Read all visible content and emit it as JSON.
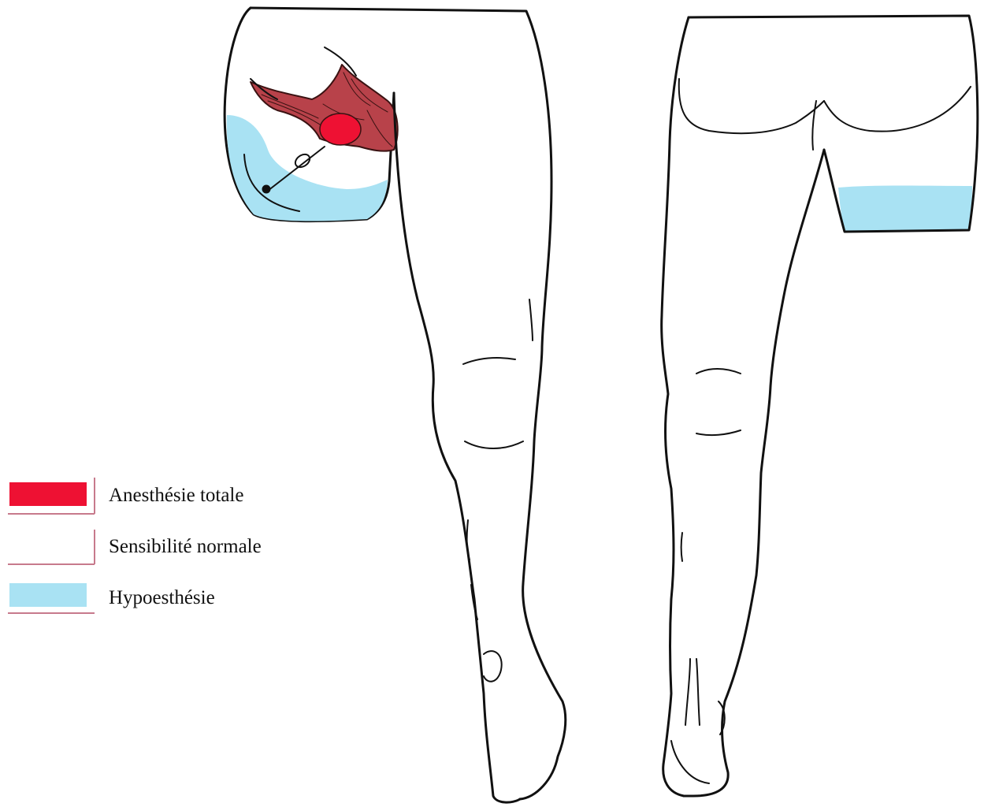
{
  "legend": {
    "items": [
      {
        "label": "Anesthésie totale",
        "color": "#ee1133"
      },
      {
        "label": "Sensibilité normale",
        "color": "#ffffff"
      },
      {
        "label": "Hypoesthésie",
        "color": "#a9e2f3"
      }
    ],
    "underline_color": "#c77a8c"
  },
  "zones": {
    "anesthesia_color": "#ee1133",
    "muscle_color": "#b8424a",
    "hypoesthesia_color": "#a9e2f3",
    "outline_color": "#111111"
  }
}
